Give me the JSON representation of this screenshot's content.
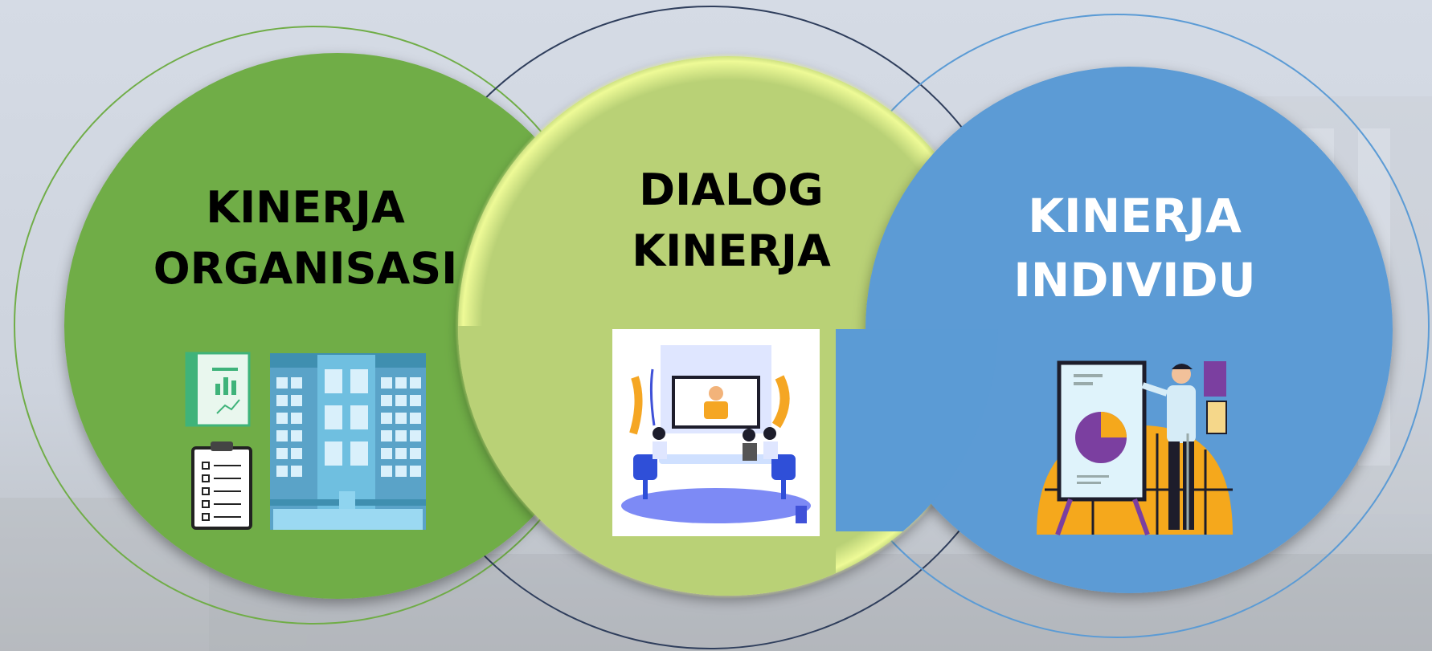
{
  "diagram": {
    "circles": [
      {
        "id": "organization",
        "line1": "KINERJA",
        "line2": "ORGANISASI",
        "fill": "#70ad47",
        "text_color": "#000000",
        "illustration": "office-building-with-report-and-checklist"
      },
      {
        "id": "dialog",
        "line1": "DIALOG",
        "line2": "KINERJA",
        "fill": "#b9d176",
        "text_color": "#000000",
        "illustration": "video-conference-meeting"
      },
      {
        "id": "individual",
        "line1": "KINERJA",
        "line2": "INDIVIDU",
        "fill": "#5b9bd5",
        "text_color": "#ffffff",
        "illustration": "presenter-with-pie-chart-board"
      }
    ],
    "colors": {
      "outline_green": "#70ad47",
      "outline_navy": "#2f3e5c",
      "outline_blue": "#5b9bd5",
      "glow": "#f4ff9a",
      "background": "#cfd6e0"
    }
  }
}
